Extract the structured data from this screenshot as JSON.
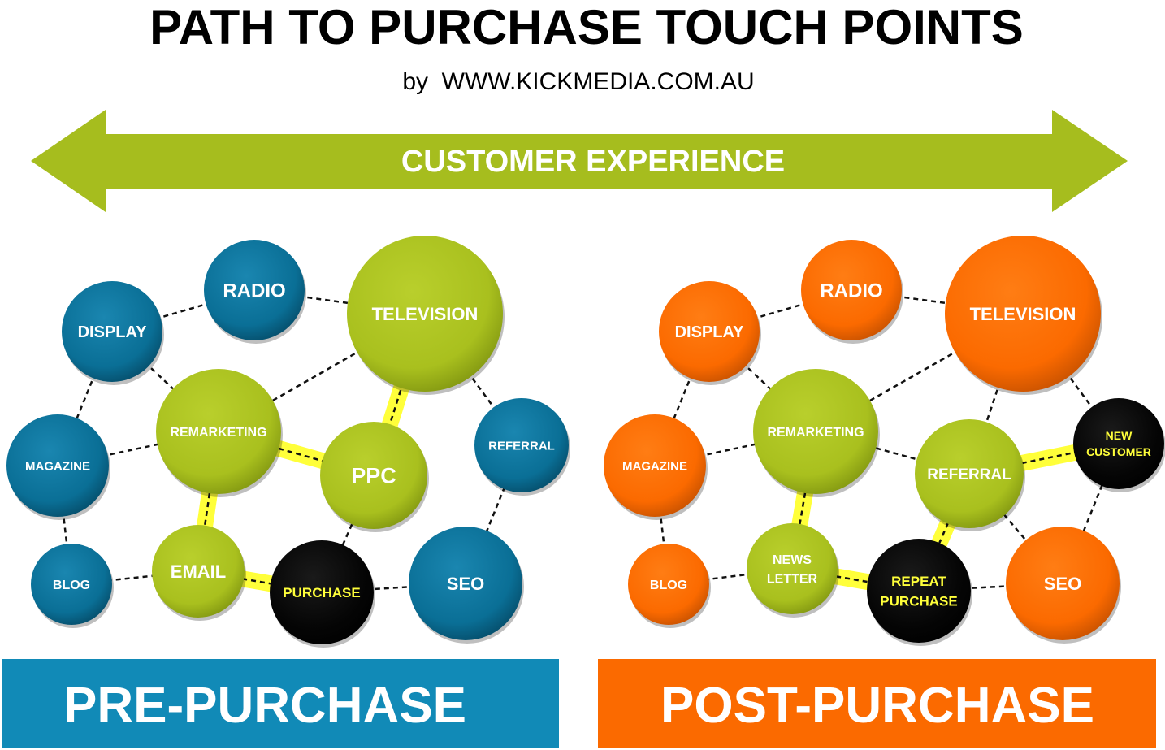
{
  "header": {
    "title": "PATH TO PURCHASE TOUCH POINTS",
    "byline": "by  WWW.KICKMEDIA.COM.AU"
  },
  "arrow": {
    "label": "CUSTOMER EXPERIENCE"
  },
  "colors": {
    "blue": "#0a6f96",
    "green": "#a9c01e",
    "orange": "#fb6a00",
    "black": "#050505",
    "highlight": "#ffff3a",
    "arrow": "#a6bd1e",
    "pre_banner": "#118ab7",
    "post_banner": "#fb6a00"
  },
  "pre_purchase": {
    "banner": "PRE-PURCHASE",
    "nodes": [
      {
        "id": "radio",
        "label": [
          "RADIO"
        ],
        "color": "blue"
      },
      {
        "id": "television",
        "label": [
          "TELEVISION"
        ],
        "color": "green"
      },
      {
        "id": "display",
        "label": [
          "DISPLAY"
        ],
        "color": "blue"
      },
      {
        "id": "remarketing",
        "label": [
          "REMARKETING"
        ],
        "color": "green"
      },
      {
        "id": "ppc",
        "label": [
          "PPC"
        ],
        "color": "green"
      },
      {
        "id": "referral",
        "label": [
          "REFERRAL"
        ],
        "color": "blue"
      },
      {
        "id": "magazine",
        "label": [
          "MAGAZINE"
        ],
        "color": "blue"
      },
      {
        "id": "email",
        "label": [
          "EMAIL"
        ],
        "color": "green"
      },
      {
        "id": "purchase",
        "label": [
          "PURCHASE"
        ],
        "color": "black"
      },
      {
        "id": "seo",
        "label": [
          "SEO"
        ],
        "color": "blue"
      },
      {
        "id": "blog",
        "label": [
          "BLOG"
        ],
        "color": "blue"
      }
    ],
    "links": [
      [
        "display",
        "radio"
      ],
      [
        "radio",
        "television"
      ],
      [
        "display",
        "remarketing"
      ],
      [
        "display",
        "magazine"
      ],
      [
        "magazine",
        "remarketing"
      ],
      [
        "magazine",
        "blog"
      ],
      [
        "blog",
        "email"
      ],
      [
        "remarketing",
        "television"
      ],
      [
        "television",
        "ppc"
      ],
      [
        "television",
        "referral"
      ],
      [
        "referral",
        "seo"
      ],
      [
        "ppc",
        "purchase"
      ],
      [
        "purchase",
        "seo"
      ],
      [
        "remarketing",
        "ppc"
      ],
      [
        "remarketing",
        "email"
      ],
      [
        "email",
        "purchase"
      ]
    ],
    "path": [
      [
        "remarketing",
        "ppc"
      ],
      [
        "remarketing",
        "email"
      ],
      [
        "email",
        "purchase"
      ],
      [
        "television",
        "ppc"
      ]
    ]
  },
  "post_purchase": {
    "banner": "POST-PURCHASE",
    "nodes": [
      {
        "id": "radio",
        "label": [
          "RADIO"
        ],
        "color": "orange"
      },
      {
        "id": "television",
        "label": [
          "TELEVISION"
        ],
        "color": "orange"
      },
      {
        "id": "display",
        "label": [
          "DISPLAY"
        ],
        "color": "orange"
      },
      {
        "id": "remarketing",
        "label": [
          "REMARKETING"
        ],
        "color": "green"
      },
      {
        "id": "referral",
        "label": [
          "REFERRAL"
        ],
        "color": "green"
      },
      {
        "id": "new_customer",
        "label": [
          "NEW",
          "CUSTOMER"
        ],
        "color": "black"
      },
      {
        "id": "magazine",
        "label": [
          "MAGAZINE"
        ],
        "color": "orange"
      },
      {
        "id": "news_letter",
        "label": [
          "NEWS",
          "LETTER"
        ],
        "color": "green"
      },
      {
        "id": "repeat_purchase",
        "label": [
          "REPEAT",
          "PURCHASE"
        ],
        "color": "black"
      },
      {
        "id": "seo",
        "label": [
          "SEO"
        ],
        "color": "orange"
      },
      {
        "id": "blog",
        "label": [
          "BLOG"
        ],
        "color": "orange"
      }
    ],
    "links": [
      [
        "display",
        "radio"
      ],
      [
        "radio",
        "television"
      ],
      [
        "display",
        "remarketing"
      ],
      [
        "display",
        "magazine"
      ],
      [
        "magazine",
        "remarketing"
      ],
      [
        "magazine",
        "blog"
      ],
      [
        "blog",
        "news_letter"
      ],
      [
        "remarketing",
        "television"
      ],
      [
        "television",
        "referral"
      ],
      [
        "television",
        "new_customer"
      ],
      [
        "new_customer",
        "seo"
      ],
      [
        "referral",
        "seo"
      ],
      [
        "remarketing",
        "referral"
      ],
      [
        "remarketing",
        "news_letter"
      ],
      [
        "news_letter",
        "repeat_purchase"
      ],
      [
        "repeat_purchase",
        "seo"
      ],
      [
        "referral",
        "new_customer"
      ],
      [
        "referral",
        "repeat_purchase"
      ]
    ],
    "path": [
      [
        "remarketing",
        "news_letter"
      ],
      [
        "news_letter",
        "repeat_purchase"
      ],
      [
        "referral",
        "repeat_purchase"
      ],
      [
        "referral",
        "new_customer"
      ]
    ]
  }
}
